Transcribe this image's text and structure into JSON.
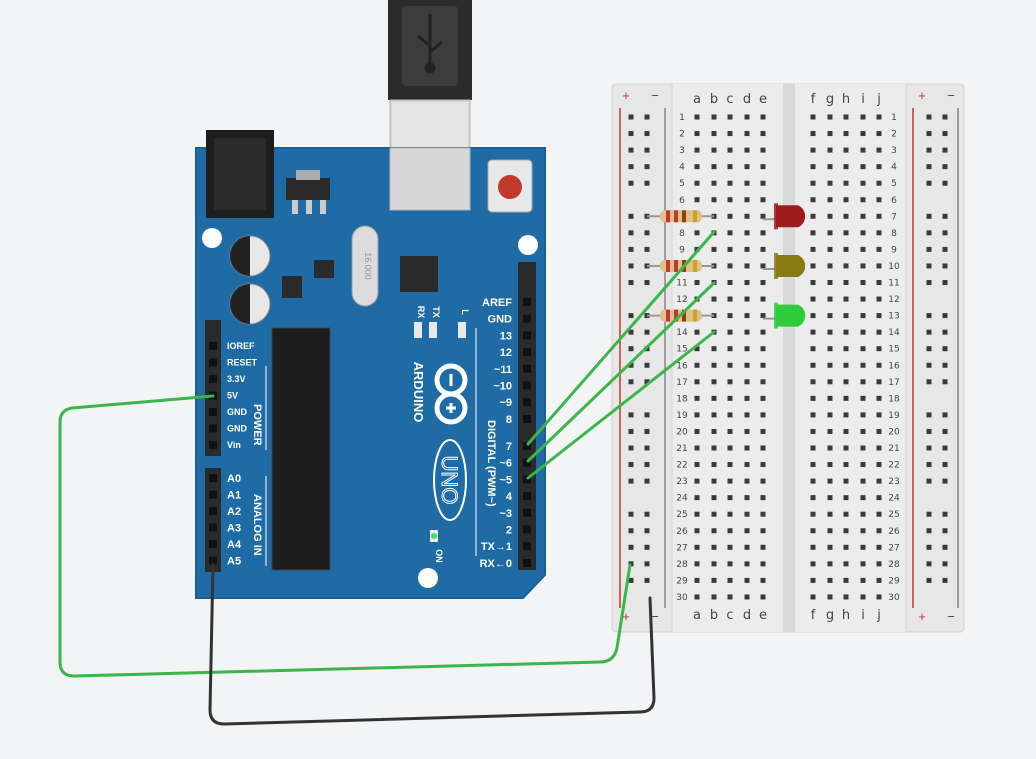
{
  "board": {
    "brand": "ARDUINO",
    "model": "UNO",
    "digital_header": "DIGITAL (PWM~)",
    "power_header": "POWER",
    "analog_header": "ANALOG IN",
    "on_label": "ON",
    "l_label": "L",
    "tx_label": "TX",
    "rx_label": "RX",
    "crystal_label": "16.000",
    "digital_pins": [
      "AREF",
      "GND",
      "13",
      "12",
      "~11",
      "~10",
      "~9",
      "8",
      "7",
      "~6",
      "~5",
      "4",
      "~3",
      "2",
      "TX→1",
      "RX←0"
    ],
    "power_pins": [
      "IOREF",
      "RESET",
      "3.3V",
      "5V",
      "GND",
      "GND",
      "Vin"
    ],
    "analog_pins": [
      "A0",
      "A1",
      "A2",
      "A3",
      "A4",
      "A5"
    ]
  },
  "breadboard": {
    "columns_left": [
      "a",
      "b",
      "c",
      "d",
      "e"
    ],
    "columns_right": [
      "f",
      "g",
      "h",
      "i",
      "j"
    ],
    "rows": 30,
    "rail_plus": "+",
    "rail_minus": "−"
  },
  "components": {
    "leds": [
      {
        "name": "led-red",
        "color": "#9e1c1c"
      },
      {
        "name": "led-yellow",
        "color": "#8a7a14"
      },
      {
        "name": "led-green",
        "color": "#2ecc3c"
      }
    ]
  },
  "colors": {
    "board": "#1f6ba6",
    "wire_green": "#3cb54a",
    "wire_black": "#333333",
    "rail_red": "#c0392b"
  }
}
